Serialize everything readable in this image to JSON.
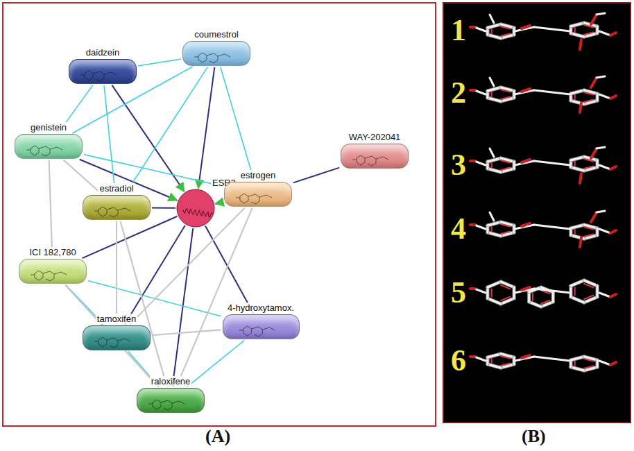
{
  "diagram": {
    "nodes": [
      {
        "text": [
          "coumestrol"
        ]
      },
      {
        "text": [
          "daidzein"
        ]
      },
      {
        "text": [
          "genistein"
        ]
      },
      {
        "text": [
          "WAY-202041"
        ]
      },
      {
        "text": [
          "estradiol"
        ]
      },
      {
        "text": [
          "ESR2"
        ]
      },
      {
        "text": [
          "estrogen"
        ]
      },
      {
        "text": [
          "ICI 182,780"
        ]
      },
      {
        "text": [
          "4-hydroxytamox."
        ]
      },
      {
        "text": [
          "tamoxifen"
        ]
      },
      {
        "text": [
          "raloxifene"
        ]
      }
    ],
    "edges": [
      {
        "from": 0,
        "to": 5,
        "arrow": "to"
      },
      {
        "from": 1,
        "to": 5,
        "arrow": "to"
      },
      {
        "from": 2,
        "to": 5,
        "arrow": "to"
      },
      {
        "from": 4,
        "to": 5,
        "arrow": "none"
      },
      {
        "from": 6,
        "to": 5,
        "arrow": "to"
      },
      {
        "from": 7,
        "to": 5,
        "arrow": "none"
      },
      {
        "from": 9,
        "to": 5,
        "arrow": "none"
      },
      {
        "from": 10,
        "to": 5,
        "arrow": "none"
      },
      {
        "from": 8,
        "to": 5,
        "arrow": "none"
      },
      {
        "from": 3,
        "to": 6,
        "arrow": "none"
      },
      {
        "from": 1,
        "to": 0,
        "arrow": "none"
      },
      {
        "from": 2,
        "to": 1,
        "arrow": "none"
      },
      {
        "from": 2,
        "to": 0,
        "arrow": "none"
      },
      {
        "from": 0,
        "to": 4,
        "arrow": "none"
      },
      {
        "from": 0,
        "to": 6,
        "arrow": "none"
      },
      {
        "from": 2,
        "to": 6,
        "arrow": "none"
      },
      {
        "from": 1,
        "to": 4,
        "arrow": "none"
      },
      {
        "from": 7,
        "to": 9,
        "arrow": "none"
      },
      {
        "from": 7,
        "to": 8,
        "arrow": "none"
      },
      {
        "from": 9,
        "to": 10,
        "arrow": "none"
      },
      {
        "from": 10,
        "to": 8,
        "arrow": "none"
      },
      {
        "from": 2,
        "to": 4,
        "arrow": "none"
      },
      {
        "from": 2,
        "to": 7,
        "arrow": "none"
      },
      {
        "from": 4,
        "to": 9,
        "arrow": "none"
      },
      {
        "from": 4,
        "to": 10,
        "arrow": "none"
      },
      {
        "from": 7,
        "to": 10,
        "arrow": "none"
      },
      {
        "from": 6,
        "to": 9,
        "arrow": "none"
      },
      {
        "from": 6,
        "to": 10,
        "arrow": "none"
      },
      {
        "from": 9,
        "to": 8,
        "arrow": "none"
      }
    ],
    "labels": [
      "1",
      "2",
      "3",
      "4",
      "5",
      "6",
      "(A)",
      "(B)"
    ]
  }
}
